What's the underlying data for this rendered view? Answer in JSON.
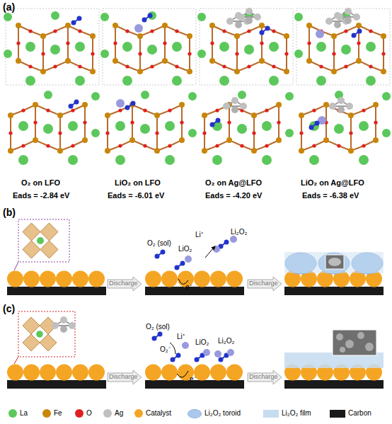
{
  "diagram": {
    "labels": [
      "(a)",
      "O₂ on LFO",
      "Eads = -2.84 eV",
      "LiO₂ on LFO",
      "Eads = -6.01 eV",
      "O₂ on Ag@LFO",
      "Eads = -4.20 eV",
      "LiO₂ on Ag@LFO",
      "Eads = -6.38 eV",
      "(b)",
      "Discharge",
      "O₂ (sol)",
      "Li⁺",
      "LiO₂",
      "Li₂O₂",
      "e⁻",
      "Discharge",
      "(c)",
      "Discharge",
      "O₂ (sol)",
      "Li⁺",
      "O₂⁻",
      "LiO₂",
      "Li₂O₂",
      "e⁻",
      "Discharge"
    ],
    "legend": [
      {
        "text": "La",
        "color": "#5cc85c"
      },
      {
        "text": "Fe",
        "color": "#c8860a"
      },
      {
        "text": "O",
        "color": "#e02020"
      },
      {
        "text": "Ag",
        "color": "#c0c0c0"
      },
      {
        "text": "Catalyst",
        "color": "#f5a524"
      },
      {
        "text": "Li₂O₂ toroid"
      },
      {
        "text": "Li₂O₂ film",
        "color": "#c6dcf0"
      },
      {
        "text": "Carbon",
        "color": "#1a1a1a"
      }
    ]
  }
}
